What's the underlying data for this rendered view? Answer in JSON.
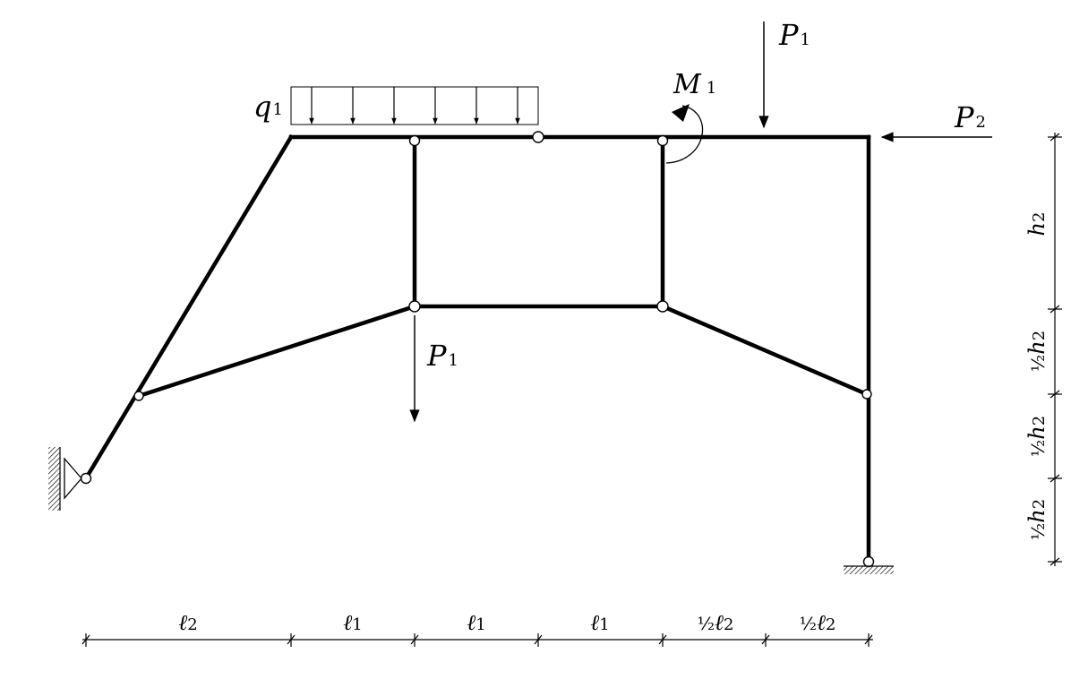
{
  "loads": {
    "q1": {
      "symbol": "q",
      "subscript": "1"
    },
    "p1_top": {
      "symbol": "P",
      "subscript": "1"
    },
    "p1_low": {
      "symbol": "P",
      "subscript": "1"
    },
    "p2": {
      "symbol": "P",
      "subscript": "2"
    },
    "m1": {
      "symbol": "M",
      "subscript": "1"
    }
  },
  "dimensions": {
    "horizontal": [
      {
        "prefix": "",
        "symbol": "ℓ",
        "subscript": "2"
      },
      {
        "prefix": "",
        "symbol": "ℓ",
        "subscript": "1"
      },
      {
        "prefix": "",
        "symbol": "ℓ",
        "subscript": "1"
      },
      {
        "prefix": "",
        "symbol": "ℓ",
        "subscript": "1"
      },
      {
        "prefix": "½",
        "symbol": "ℓ",
        "subscript": "2"
      },
      {
        "prefix": "½",
        "symbol": "ℓ",
        "subscript": "2"
      }
    ],
    "vertical": [
      {
        "prefix": "",
        "symbol": "h",
        "subscript": "2"
      },
      {
        "prefix": "½",
        "symbol": "h",
        "subscript": "2"
      },
      {
        "prefix": "½",
        "symbol": "h",
        "subscript": "2"
      },
      {
        "prefix": "½",
        "symbol": "h",
        "subscript": "2"
      }
    ]
  }
}
